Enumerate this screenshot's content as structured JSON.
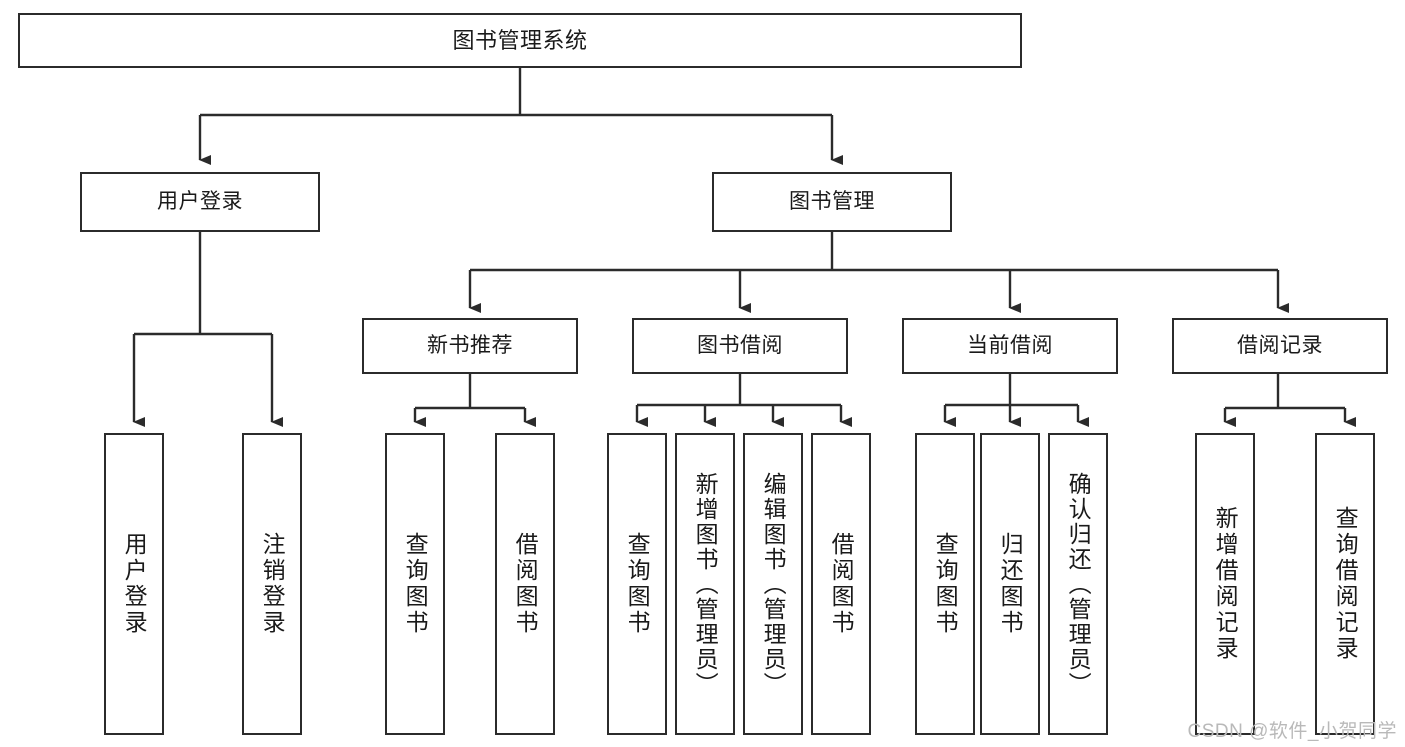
{
  "diagram": {
    "title": "图书管理系统",
    "type": "hierarchy-tree",
    "root": {
      "id": "root",
      "label": "图书管理系统"
    },
    "level1": [
      {
        "id": "user-login",
        "label": "用户登录"
      },
      {
        "id": "book-management",
        "label": "图书管理"
      }
    ],
    "level2": [
      {
        "id": "new-book-recommend",
        "label": "新书推荐",
        "parent": "book-management"
      },
      {
        "id": "book-borrow",
        "label": "图书借阅",
        "parent": "book-management"
      },
      {
        "id": "current-borrow",
        "label": "当前借阅",
        "parent": "book-management"
      },
      {
        "id": "borrow-record",
        "label": "借阅记录",
        "parent": "book-management"
      }
    ],
    "leaves": {
      "user-login": [
        {
          "id": "leaf-user-login",
          "label": "用户登录"
        },
        {
          "id": "leaf-user-logout",
          "label": "注销登录"
        }
      ],
      "new-book-recommend": [
        {
          "id": "leaf-query-book-1",
          "label": "查询图书"
        },
        {
          "id": "leaf-borrow-book-1",
          "label": "借阅图书"
        }
      ],
      "book-borrow": [
        {
          "id": "leaf-query-book-2",
          "label": "查询图书"
        },
        {
          "id": "leaf-add-book",
          "label": "新增图书（管理员）"
        },
        {
          "id": "leaf-edit-book",
          "label": "编辑图书（管理员）"
        },
        {
          "id": "leaf-borrow-book-2",
          "label": "借阅图书"
        }
      ],
      "current-borrow": [
        {
          "id": "leaf-query-book-3",
          "label": "查询图书"
        },
        {
          "id": "leaf-return-book",
          "label": "归还图书"
        },
        {
          "id": "leaf-confirm-return",
          "label": "确认归还（管理员）"
        }
      ],
      "borrow-record": [
        {
          "id": "leaf-add-record",
          "label": "新增借阅记录"
        },
        {
          "id": "leaf-query-record",
          "label": "查询借阅记录"
        }
      ]
    }
  },
  "watermark": {
    "text": "CSDN @软件_小贺同学"
  },
  "colors": {
    "stroke": "#2b2b2b",
    "fill": "#ffffff",
    "text": "#1a1a1a",
    "watermark": "#b9b9b9"
  }
}
